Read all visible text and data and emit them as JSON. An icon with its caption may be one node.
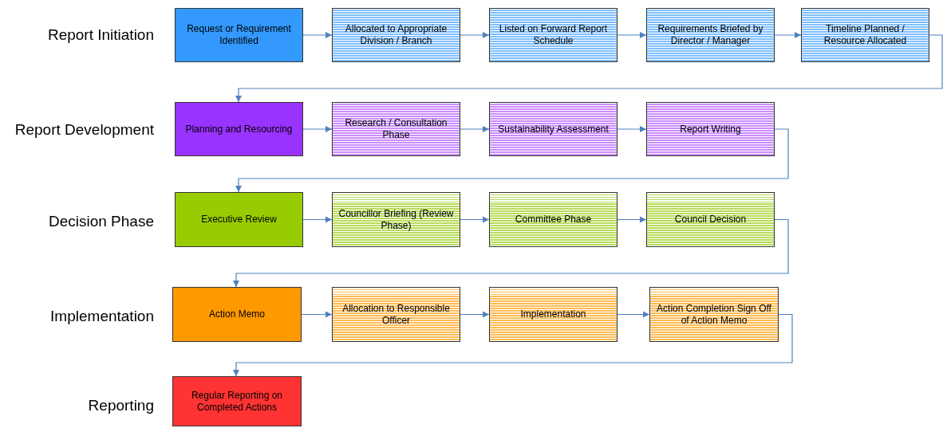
{
  "diagram": {
    "nodes": [
      {
        "text": [
          "Request or Requirement Identified"
        ]
      },
      {
        "text": [
          "Allocated to Appropriate Division / Branch"
        ]
      },
      {
        "text": [
          "Listed on Forward Report Schedule"
        ]
      },
      {
        "text": [
          "Requirements Briefed by Director / Manager"
        ]
      },
      {
        "text": [
          "Timeline Planned / Resource Allocated"
        ]
      },
      {
        "text": [
          "Planning and Resourcing"
        ]
      },
      {
        "text": [
          "Research / Consultation Phase"
        ]
      },
      {
        "text": [
          "Sustainability Assessment"
        ]
      },
      {
        "text": [
          "Report Writing"
        ]
      },
      {
        "text": [
          "Executive Review"
        ]
      },
      {
        "text": [
          "Councillor Briefing (Review Phase)"
        ]
      },
      {
        "text": [
          "Committee Phase"
        ]
      },
      {
        "text": [
          "Council Decision"
        ]
      },
      {
        "text": [
          "Action Memo"
        ]
      },
      {
        "text": [
          "Allocation to Responsible Officer"
        ]
      },
      {
        "text": [
          "Implementation"
        ]
      },
      {
        "text": [
          "Action Completion Sign Off of Action Memo"
        ]
      },
      {
        "text": [
          "Regular Reporting on Completed Actions"
        ]
      }
    ],
    "edges": [
      {
        "from": 0,
        "to": 1,
        "arrow": "to"
      },
      {
        "from": 1,
        "to": 2,
        "arrow": "to"
      },
      {
        "from": 2,
        "to": 3,
        "arrow": "to"
      },
      {
        "from": 3,
        "to": 4,
        "arrow": "to"
      },
      {
        "from": 4,
        "to": 5,
        "arrow": "to"
      },
      {
        "from": 5,
        "to": 6,
        "arrow": "to"
      },
      {
        "from": 6,
        "to": 7,
        "arrow": "to"
      },
      {
        "from": 7,
        "to": 8,
        "arrow": "to"
      },
      {
        "from": 8,
        "to": 9,
        "arrow": "to"
      },
      {
        "from": 9,
        "to": 10,
        "arrow": "to"
      },
      {
        "from": 10,
        "to": 11,
        "arrow": "to"
      },
      {
        "from": 11,
        "to": 12,
        "arrow": "to"
      },
      {
        "from": 12,
        "to": 13,
        "arrow": "to"
      },
      {
        "from": 13,
        "to": 14,
        "arrow": "to"
      },
      {
        "from": 14,
        "to": 15,
        "arrow": "to"
      },
      {
        "from": 15,
        "to": 16,
        "arrow": "to"
      },
      {
        "from": 16,
        "to": 17,
        "arrow": "to"
      }
    ],
    "labels": [
      "Report Initiation",
      "Report Development",
      "Decision Phase",
      "Implementation",
      "Reporting"
    ]
  }
}
